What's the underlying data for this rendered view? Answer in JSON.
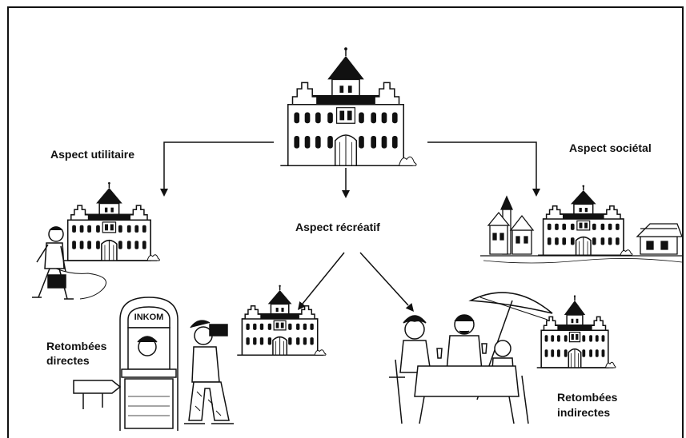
{
  "labels": {
    "utilitaire": "Aspect utilitaire",
    "societal": "Aspect sociétal",
    "recreatif": "Aspect récréatif",
    "retombees_directes_1": "Retombées",
    "retombees_directes_2": "directes",
    "retombees_indirectes_1": "Retombées",
    "retombees_indirectes_2": "indirectes",
    "kiosk_sign": "INKOM"
  },
  "icons": [
    "castle-icon",
    "person-with-briefcase-icon",
    "kiosk-icon",
    "tourist-camera-icon",
    "signpost-icon",
    "umbrella-icon",
    "cafe-table-icon",
    "village-icon",
    "house-icon"
  ],
  "colors": {
    "ink": "#111111",
    "paper": "#ffffff"
  }
}
